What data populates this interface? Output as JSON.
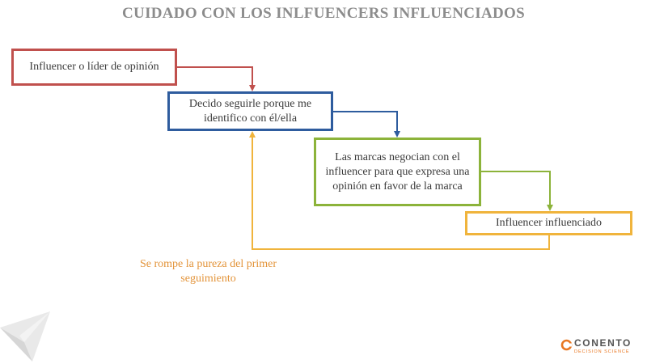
{
  "title": "CUIDADO CON LOS INLFUENCERS INFLUENCIADOS",
  "colors": {
    "red": "#c0504d",
    "blue": "#2e5c9e",
    "green": "#8cb33a",
    "orange": "#f0b43c",
    "note_text": "#e3943a",
    "title_gray": "#8c8c8c",
    "brand_orange": "#e87722"
  },
  "steps": [
    {
      "id": "step1",
      "text": "Influencer o líder de opinión",
      "border": "red"
    },
    {
      "id": "step2",
      "text": "Decido seguirle porque me identifico con él/ella",
      "border": "blue"
    },
    {
      "id": "step3",
      "text": "Las marcas negocian con el influencer para que expresa una opinión en favor de la marca",
      "border": "green"
    },
    {
      "id": "step4",
      "text": "Influencer influenciado",
      "border": "orange"
    }
  ],
  "feedback_note": "Se rompe la pureza del primer seguimiento",
  "brand": {
    "name": "CONENTO",
    "tagline": "DECISION SCIENCE",
    "icon": "conento-logo-icon"
  },
  "decor_icon": "paper-plane-watermark-icon"
}
